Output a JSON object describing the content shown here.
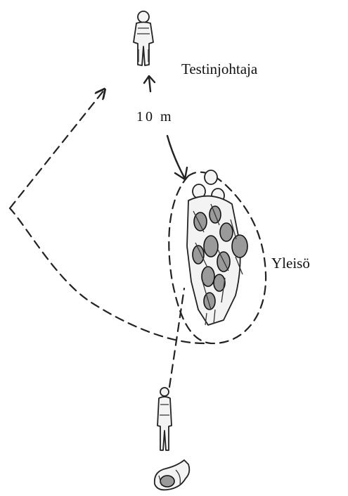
{
  "labels": {
    "test_leader": "Testinjohtaja",
    "distance": "10 m",
    "audience": "Yleisö"
  }
}
